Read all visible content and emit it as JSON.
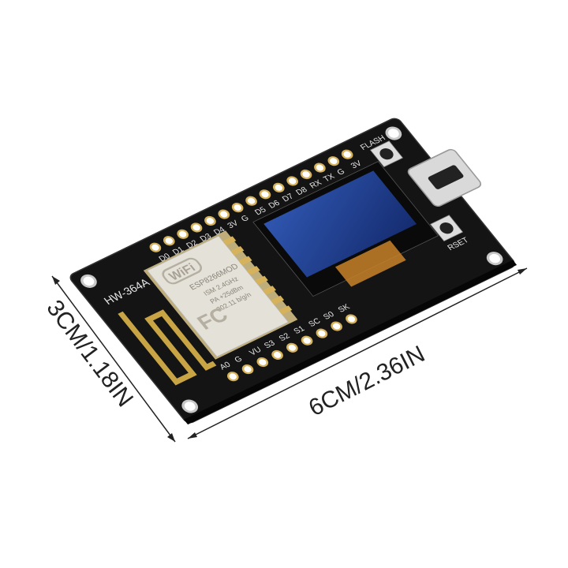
{
  "board": {
    "model_label": "HW-364A",
    "top_pins": [
      "D0",
      "D1",
      "D2",
      "D3",
      "D4",
      "3V",
      "G",
      "D5",
      "D6",
      "D7",
      "D8",
      "RX",
      "TX",
      "G",
      "3V"
    ],
    "bottom_pins": [
      "A0",
      "G",
      "VU",
      "S3",
      "S2",
      "S1",
      "SC",
      "S0",
      "SK"
    ],
    "flash_button_label": "FLASH",
    "reset_button_label": "RSET",
    "colors": {
      "pcb": "#141414",
      "oled": "#1d3c8c",
      "module": "#e4e1d9",
      "gold": "#d6b25c",
      "ribbon": "#c9822a"
    }
  },
  "module": {
    "wifi_logo": "WiFi",
    "name": "ESP8266MOD",
    "spec_lines": [
      "ISM  2.4GHz",
      "PA  +25dBm",
      "802.11 b/g/n"
    ],
    "fcc_logo": "FC"
  },
  "dimensions": {
    "width_label": "6CM/2.36IN",
    "height_label": "3CM/1.18IN"
  }
}
